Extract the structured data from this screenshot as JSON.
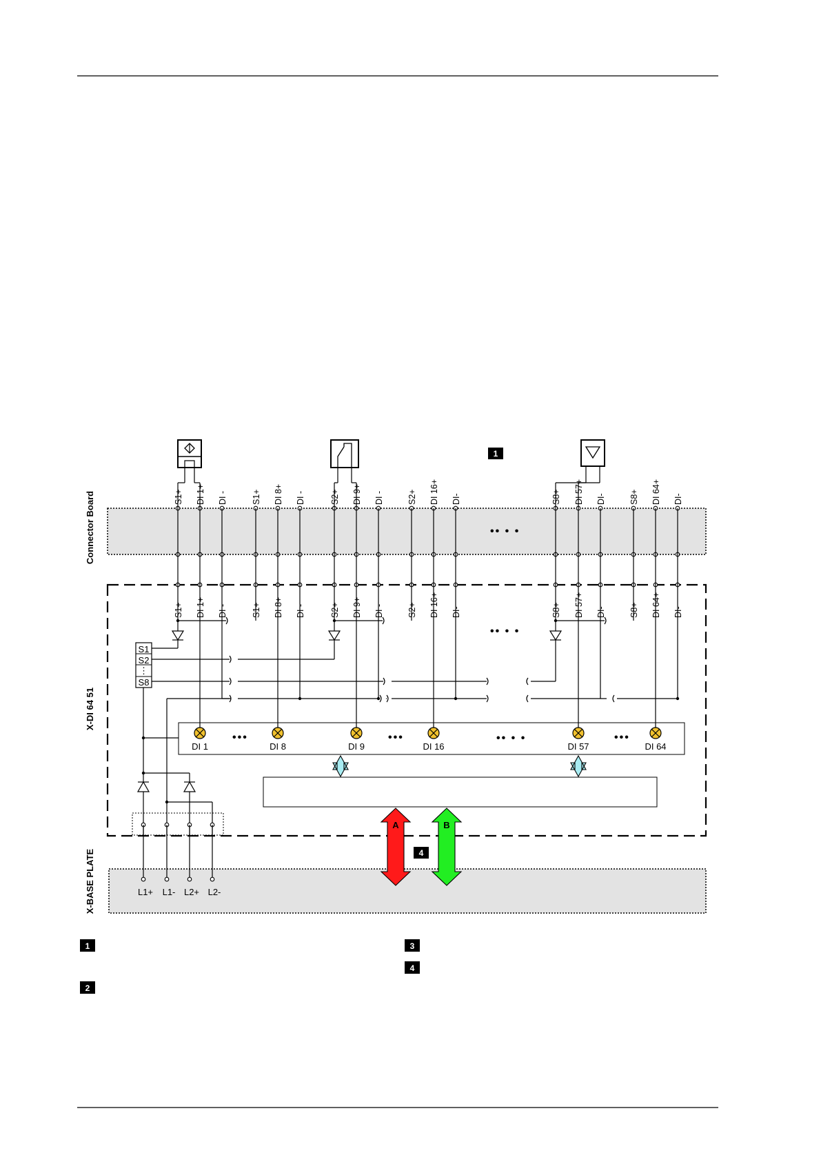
{
  "colors": {
    "board_fill": "#e3e3e3",
    "lamp": "#f2c22e",
    "arrow_a": "#ff1a1a",
    "arrow_b": "#22ee22",
    "bus_arrow": "#a8ecf2",
    "badge": "#000000"
  },
  "side_labels": {
    "connector_board": "Connector Board",
    "module": "X-DI 64 51",
    "base_plate": "X-BASE PLATE"
  },
  "terminals_top": [
    "S1+",
    "DI 1+",
    "DI -",
    "S1+",
    "DI 8+",
    "DI -",
    "S2+",
    "DI 9+",
    "DI -",
    "S2+",
    "DI 16+",
    "DI-",
    "S8+",
    "DI 57+",
    "DI-",
    "S8+",
    "DI 64+",
    "DI-"
  ],
  "terminals_inner": [
    "S1+",
    "DI 1+",
    "DI -",
    "S1+",
    "DI 8+",
    "DI -",
    "S2+",
    "DI 9+",
    "DI -",
    "S2+",
    "DI 16+",
    "DI-",
    "S8+",
    "DI 57+",
    "DI-",
    "S8+",
    "DI 64+",
    "DI-"
  ],
  "supply_groups": [
    "S1",
    "S2",
    "⋮",
    "S8"
  ],
  "channels": [
    "DI 1",
    "DI 8",
    "DI 9",
    "DI 16",
    "DI 57",
    "DI 64"
  ],
  "power_terminals": [
    "L1+",
    "L1-",
    "L2+",
    "L2-"
  ],
  "ellipsis": {
    "small": "•••",
    "large": "•• • •"
  },
  "bus_arrows": {
    "a": "A",
    "b": "B"
  },
  "markers": {
    "m1": "1",
    "m2": "2",
    "m3": "3",
    "m4": "4"
  },
  "legend": [
    "1",
    "2",
    "3",
    "4"
  ],
  "icons": [
    "proximity-sensor-icon",
    "switch-contact-icon",
    "transmitter-icon",
    "diode-icon",
    "led-lamp-icon",
    "bidirectional-arrow-icon"
  ]
}
